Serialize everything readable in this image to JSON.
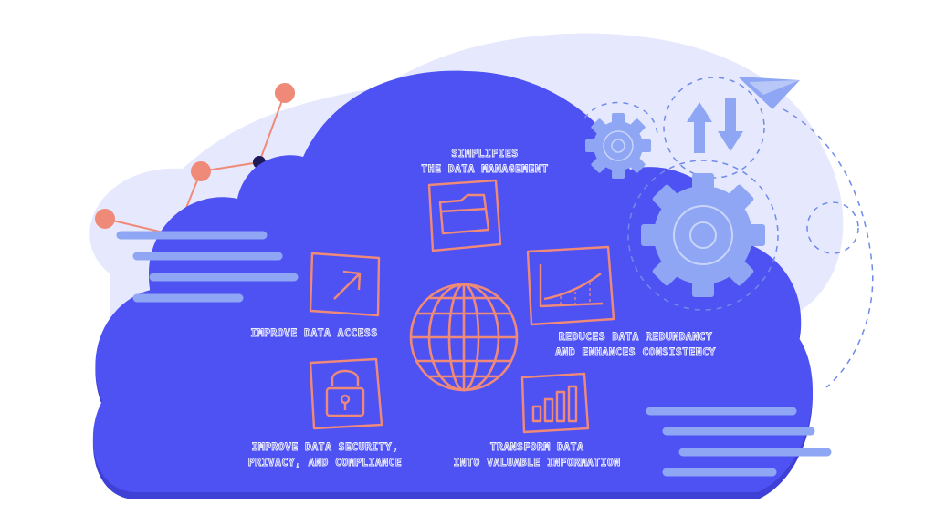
{
  "colors": {
    "cloud": "#4f52f2",
    "cloud_shadow": "#3f41d6",
    "blob": "#e6e9fd",
    "accent": "#f08a78",
    "gear": "#8ea6f4",
    "stripe": "#8ea6f4",
    "label": "#eef0ff"
  },
  "labels": {
    "simplifies_1": "SIMPLIFIES",
    "simplifies_2": "THE DATA MANAGEMENT",
    "access": "IMPROVE DATA ACCESS",
    "redundancy_1": "REDUCES DATA REDUNDANCY",
    "redundancy_2": "AND ENHANCES CONSISTENCY",
    "security_1": "IMPROVE DATA SECURITY,",
    "security_2": "PRIVACY, AND COMPLIANCE",
    "transform_1": "TRANSFORM DATA",
    "transform_2": "INTO VALUABLE INFORMATION"
  },
  "icons": [
    "folder-icon",
    "arrow-up-right-icon",
    "line-chart-icon",
    "globe-icon",
    "padlock-icon",
    "bar-chart-icon",
    "gear-icon",
    "paper-plane-icon",
    "sync-arrows-icon"
  ]
}
